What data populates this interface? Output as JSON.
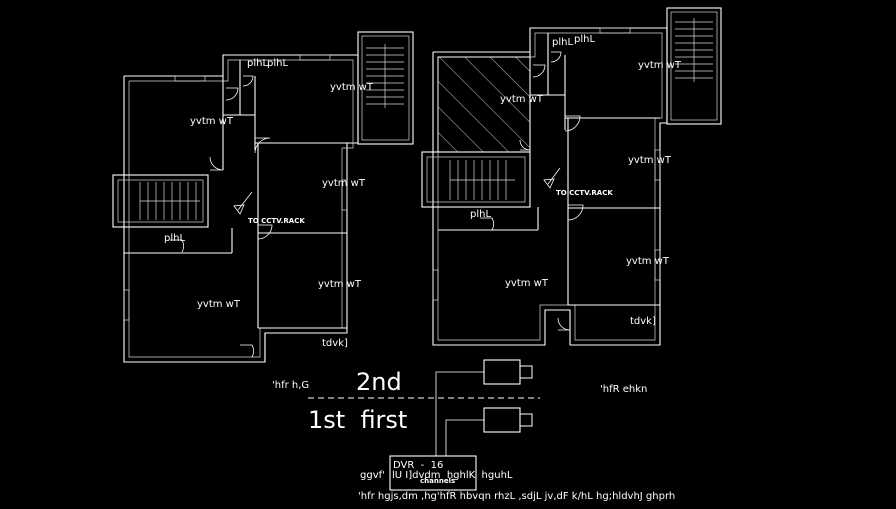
{
  "colors": {
    "background": "#000000",
    "lines": "#ffffff"
  },
  "plan_left": {
    "rooms": [
      "yvtm wT",
      "yvtm wT",
      "yvtm wT",
      "yvtm wT",
      "yvtm wT"
    ],
    "toilet_labels": [
      "plhL",
      "plhL"
    ],
    "lobby_label": "plhL",
    "cctv_label": "TO CCTV.RACK",
    "balcony_label": "tdvk]"
  },
  "plan_right": {
    "rooms": [
      "yvtm wT",
      "yvtm wT",
      "yvtm wT",
      "yvtm wT",
      "yvtm wT"
    ],
    "toilet_labels": [
      "plhL",
      "plhL"
    ],
    "lobby_label": "plhL",
    "cctv_label": "TO CCTV.RACK",
    "balcony_label": "tdvk]"
  },
  "annotations": {
    "left_caption": "'hfr h,G",
    "right_caption": "'hfR ehkn",
    "floor_upper": "2nd",
    "floor_lower": "1st  first",
    "dvr_label": "DVR  -  16",
    "dvr_sub": "channels",
    "dvr_left_text": "ggvf'",
    "dvr_mid_text": "lU I]dvdm  hghlK  hguhL",
    "bottom_note": "'hfr hgjs,dm ,hg'hfR hbvqn rhzL ,sdjL jv,dF k/hL hg;hldvhJ ghprh"
  }
}
